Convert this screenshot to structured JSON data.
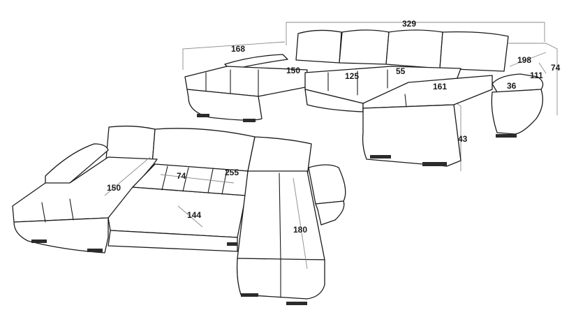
{
  "diagram": {
    "top_view": {
      "dimensions": {
        "overall_width": "329",
        "left_depth": "168",
        "right_length": "198",
        "height": "74",
        "armrest_depth": "111",
        "armrest_width": "36",
        "left_chaise_length": "150",
        "middle_seat": "125",
        "center_seat": "55",
        "right_chaise_length": "161",
        "seat_height": "43"
      }
    },
    "bed_view": {
      "dimensions": {
        "chaise_length": "150",
        "backrest": "74",
        "bed_width": "255",
        "bed_depth": "144",
        "right_chaise": "180"
      }
    }
  }
}
